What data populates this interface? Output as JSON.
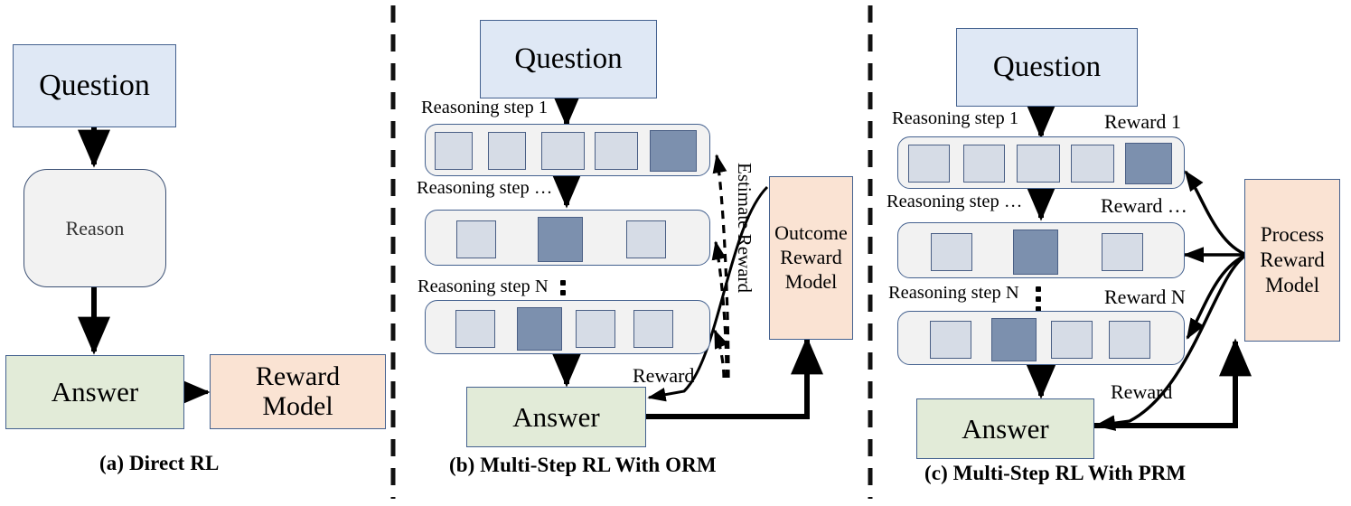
{
  "figure": {
    "panels": [
      {
        "id": "a",
        "caption": "(a) Direct RL",
        "nodes": {
          "question": "Question",
          "reason": "Reason",
          "answer": "Answer",
          "reward_model": "Reward\nModel",
          "reward_model_line1": "Reward",
          "reward_model_line2": "Model"
        }
      },
      {
        "id": "b",
        "caption": "(b) Multi-Step RL With ORM",
        "nodes": {
          "question": "Question",
          "answer": "Answer",
          "reward_model_line1": "Outcome",
          "reward_model_line2": "Reward",
          "reward_model_line3": "Model"
        },
        "step_labels": [
          "Reasoning step 1",
          "Reasoning step …",
          "Reasoning step N"
        ],
        "edge_labels": {
          "estimate_reward": "Estimate Reward",
          "reward": "Reward"
        },
        "steps": [
          {
            "tokens": [
              "light",
              "light",
              "light",
              "light",
              "dark"
            ]
          },
          {
            "tokens": [
              "light",
              "dark",
              "light"
            ]
          },
          {
            "tokens": [
              "light",
              "dark",
              "light",
              "light"
            ]
          }
        ]
      },
      {
        "id": "c",
        "caption": "(c) Multi-Step RL With PRM",
        "nodes": {
          "question": "Question",
          "answer": "Answer",
          "reward_model_line1": "Process",
          "reward_model_line2": "Reward",
          "reward_model_line3": "Model"
        },
        "step_labels": [
          "Reasoning step 1",
          "Reasoning step …",
          "Reasoning step N"
        ],
        "reward_labels": [
          "Reward 1",
          "Reward  …",
          "Reward N"
        ],
        "edge_labels": {
          "reward": "Reward"
        },
        "steps": [
          {
            "tokens": [
              "light",
              "light",
              "light",
              "light",
              "dark"
            ]
          },
          {
            "tokens": [
              "light",
              "dark",
              "light"
            ]
          },
          {
            "tokens": [
              "light",
              "dark",
              "light",
              "light"
            ]
          }
        ]
      }
    ],
    "colors": {
      "question_fill": "#dfe8f5",
      "answer_fill": "#e2ebd8",
      "reward_fill": "#fae3d3",
      "reason_fill": "#f2f2f2",
      "row_fill": "#f2f2f2",
      "token_light": "#d6dce6",
      "token_dark": "#7c90ae",
      "border": "#44618f",
      "arrow": "#000000"
    }
  }
}
